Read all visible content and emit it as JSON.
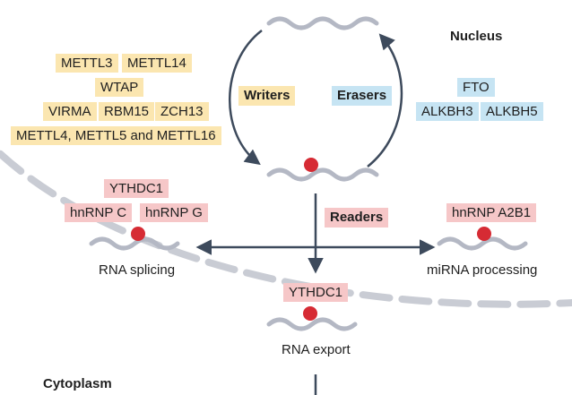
{
  "regions": {
    "nucleus": "Nucleus",
    "cytoplasm": "Cytoplasm"
  },
  "roles": {
    "writers": "Writers",
    "erasers": "Erasers",
    "readers": "Readers"
  },
  "writers": {
    "row1": [
      "METTL3",
      "METTL14"
    ],
    "row2": [
      "WTAP"
    ],
    "row3": [
      "VIRMA",
      "RBM15",
      "ZCH13"
    ],
    "row4": [
      "METTL4, METTL5 and METTL16"
    ]
  },
  "erasers": {
    "row1": [
      "FTO"
    ],
    "row2": [
      "ALKBH3",
      "ALKBH5"
    ]
  },
  "readers": {
    "splicing": [
      "YTHDC1",
      "hnRNP C",
      "hnRNP G"
    ],
    "export": [
      "YTHDC1"
    ],
    "mirna": [
      "hnRNP A2B1"
    ]
  },
  "processes": {
    "splicing": "RNA splicing",
    "export": "RNA export",
    "mirna": "miRNA processing"
  },
  "colors": {
    "writer_bg": "#fbe6b0",
    "eraser_bg": "#c6e4f3",
    "reader_bg": "#f6c7c8",
    "m6a_dot": "#d62b34",
    "rna_strand": "#b4b8c4",
    "arrow": "#3d4a5c",
    "membrane": "#c9ccd4"
  }
}
